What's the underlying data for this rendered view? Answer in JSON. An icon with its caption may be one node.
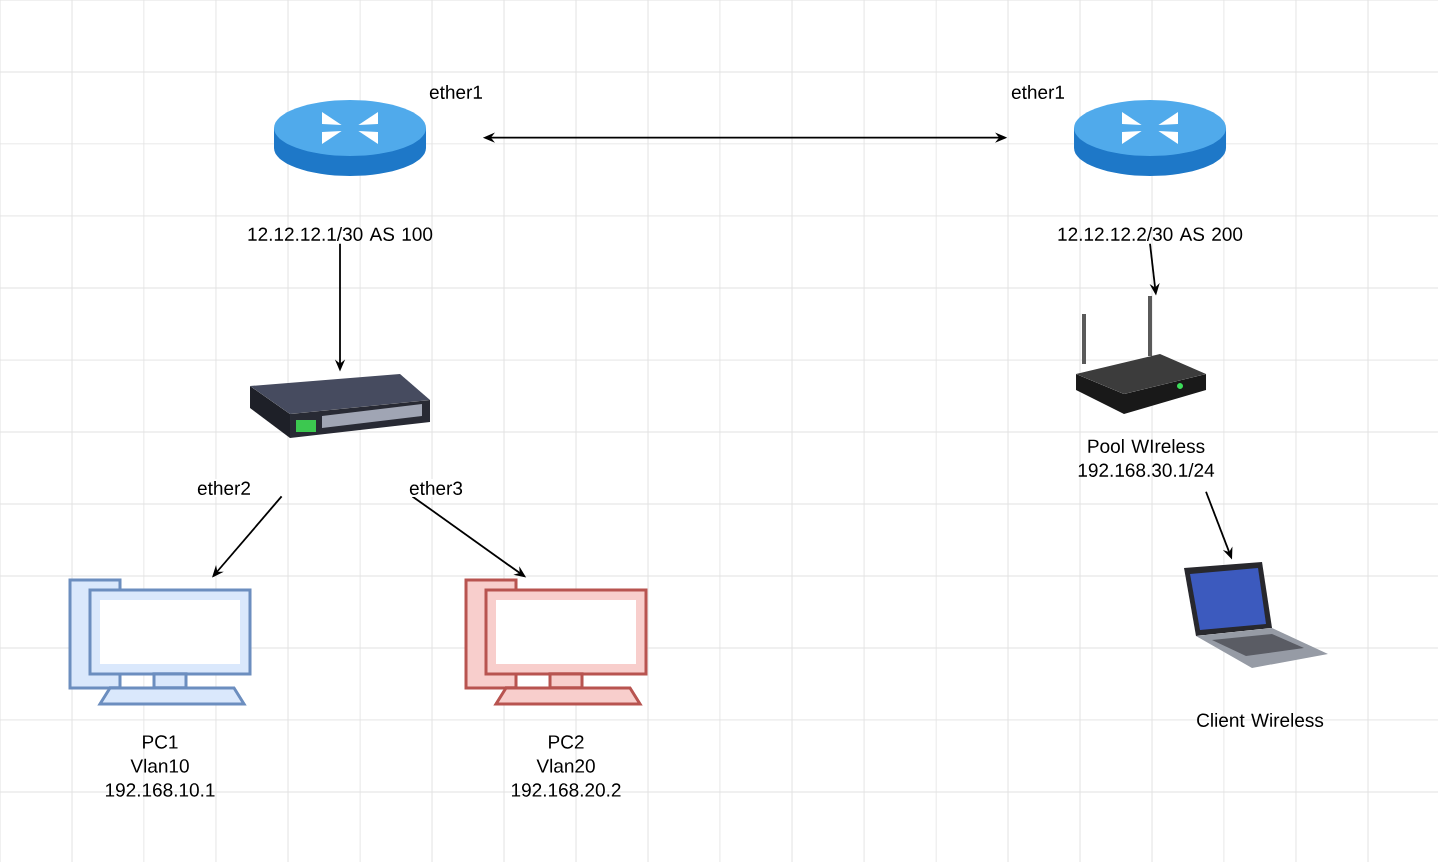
{
  "diagram": {
    "nodes": [
      {
        "text": [
          "12.12.12.1/30 AS 100"
        ],
        "beside": [
          "ether1"
        ]
      },
      {
        "text": [
          "12.12.12.2/30 AS 200"
        ],
        "beside": [
          "ether1"
        ]
      },
      {
        "text": [],
        "shape": "picture"
      },
      {
        "text": [
          "PC1 Vlan10 192.168.10.1"
        ]
      },
      {
        "text": [
          "PC2 Vlan20 192.168.20.2"
        ]
      },
      {
        "text": [
          "Pool WIreless 192.168.30.1/24"
        ]
      },
      {
        "text": [
          "Client Wireless"
        ]
      }
    ],
    "edges": [
      {
        "from": 0,
        "to": 1,
        "arrow": "both"
      },
      {
        "from": 0,
        "to": 2,
        "arrow": "to"
      },
      {
        "from": 2,
        "to": 3,
        "arrow": "to",
        "label": "ether2"
      },
      {
        "from": 2,
        "to": 4,
        "arrow": "to",
        "label": "ether3"
      },
      {
        "from": 1,
        "to": 5,
        "arrow": "to"
      },
      {
        "from": 5,
        "to": 6,
        "arrow": "to"
      }
    ]
  }
}
